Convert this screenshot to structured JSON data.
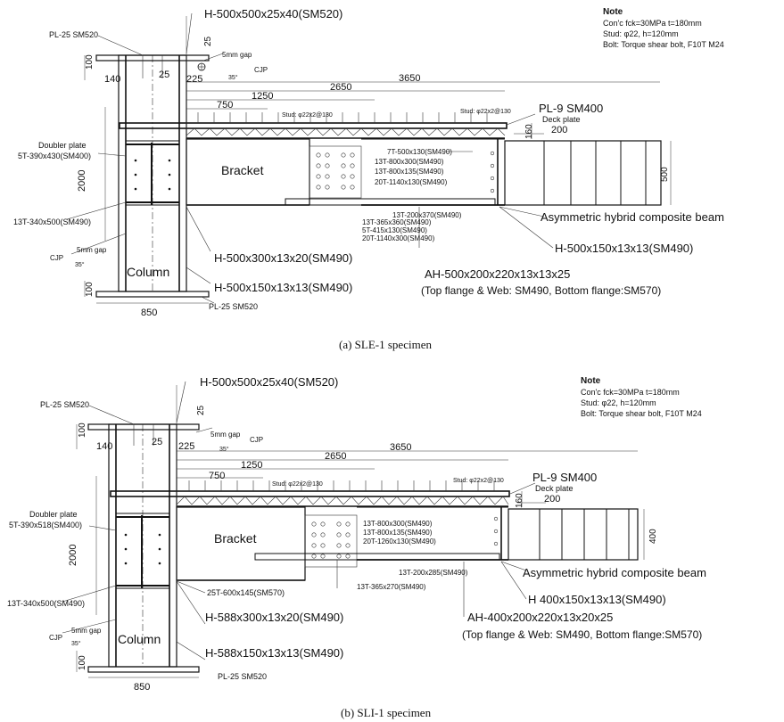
{
  "panel_a": {
    "caption": "(a) SLE-1 specimen",
    "note": {
      "title": "Note",
      "lines": [
        "Con'c fck=30MPa  t=180mm",
        "Stud: φ22,  h=120mm",
        "Bolt: Torque shear bolt, F10T M24"
      ]
    },
    "labels": {
      "top_plate": "PL-25 SM520",
      "bottom_plate": "PL-25 SM520",
      "column_section": "H-500x500x25x40(SM520)",
      "doubler_plate_1": "Doubler plate",
      "doubler_plate_2": "5T-390x430(SM400)",
      "stiffener": "13T-340x500(SM490)",
      "gap_top": "5mm gap",
      "gap_bottom": "5mm gap",
      "cjp_top": "CJP",
      "cjp_bottom": "CJP",
      "angle_top": "35°",
      "angle_bottom": "35°",
      "deck_plate": "Deck plate",
      "pl9": "PL-9 SM400",
      "stud_left": "Stud: φ22x2@130",
      "stud_right": "Stud: φ22x2@130",
      "bracket": "Bracket",
      "column": "Column",
      "bracket_section": "H-500x300x13x20(SM490)",
      "lower_section": "H-500x150x13x13(SM490)",
      "beam_section": "H-500x150x13x13(SM490)",
      "hybrid_beam": "Asymmetric hybrid composite beam",
      "ah_section": "AH-500x200x220x13x13x25",
      "ah_desc": "(Top flange & Web: SM490, Bottom flange:SM570)",
      "splice": [
        "7T-500x130(SM490)",
        "13T-800x300(SM490)",
        "13T-800x135(SM490)",
        "20T-1140x130(SM490)"
      ],
      "splice_lower": [
        "13T-200x370(SM490)",
        "13T-365x360(SM490)",
        "5T-415x130(SM490)",
        "20T-1140x300(SM490)"
      ]
    },
    "dims": {
      "d100_top": "100",
      "d100_bot": "100",
      "d140": "140",
      "d25": "25",
      "d25v": "25",
      "d225": "225",
      "d750": "750",
      "d1250": "1250",
      "d2650": "2650",
      "d3650": "3650",
      "d2000": "2000",
      "d850": "850",
      "d160": "160",
      "d200": "200",
      "d500": "500"
    }
  },
  "panel_b": {
    "caption": "(b) SLI-1 specimen",
    "note": {
      "title": "Note",
      "lines": [
        "Con'c fck=30MPa  t=180mm",
        "Stud: φ22,  h=120mm",
        "Bolt: Torque shear bolt, F10T M24"
      ]
    },
    "labels": {
      "top_plate": "PL-25 SM520",
      "bottom_plate": "PL-25 SM520",
      "column_section": "H-500x500x25x40(SM520)",
      "doubler_plate_1": "Doubler plate",
      "doubler_plate_2": "5T-390x518(SM400)",
      "stiffener": "13T-340x500(SM490)",
      "gap_top": "5mm gap",
      "gap_bottom": "5mm gap",
      "cjp_top": "CJP",
      "cjp_bottom": "CJP",
      "angle_top": "35°",
      "angle_bottom": "35°",
      "deck_plate": "Deck plate",
      "pl9": "PL-9 SM400",
      "stud_left": "Stud: φ22x2@130",
      "stud_right": "Stud: φ22x2@130",
      "bracket": "Bracket",
      "column": "Column",
      "stiffener_25t": "25T-600x145(SM570)",
      "bracket_section": "H-588x300x13x20(SM490)",
      "lower_section": "H-588x150x13x13(SM490)",
      "beam_section": "H 400x150x13x13(SM490)",
      "hybrid_beam": "Asymmetric hybrid composite beam",
      "ah_section": "AH-400x200x220x13x20x25",
      "ah_desc": "(Top flange & Web: SM490, Bottom flange:SM570)",
      "splice": [
        "13T-800x300(SM490)",
        "13T-800x135(SM490)",
        "20T-1260x130(SM490)"
      ],
      "splice_lower": [
        "13T-200x285(SM490)",
        "13T-365x270(SM490)"
      ]
    },
    "dims": {
      "d100_top": "100",
      "d100_bot": "100",
      "d140": "140",
      "d25": "25",
      "d25v": "25",
      "d225": "225",
      "d750": "750",
      "d1250": "1250",
      "d2650": "2650",
      "d3650": "3650",
      "d2000": "2000",
      "d850": "850",
      "d160": "160",
      "d200": "200",
      "d400": "400"
    }
  }
}
